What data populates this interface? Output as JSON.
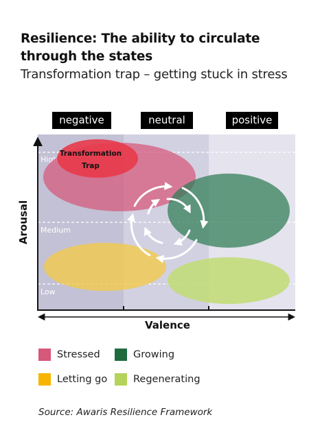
{
  "title": "Resilience: The ability to circulate through the states",
  "subtitle": "Transformation trap – getting stuck in stress",
  "columns": [
    "negative",
    "neutral",
    "positive"
  ],
  "axes": {
    "y_label": "Arousal",
    "x_label": "Valence",
    "levels": [
      "High",
      "Medium",
      "Low"
    ]
  },
  "trap_label_line1": "Transformation",
  "trap_label_line2": "Trap",
  "colors": {
    "stressed": "#d6587a",
    "trap": "#e83a4a",
    "growing": "#2e7d55",
    "letting_go": "#f2c94c",
    "regenerating": "#c2dc78"
  },
  "legend": [
    {
      "label": "Stressed",
      "color": "#d6587a"
    },
    {
      "label": "Growing",
      "color": "#1f6b3e"
    },
    {
      "label": "Letting go",
      "color": "#f7b500"
    },
    {
      "label": "Regenerating",
      "color": "#b5d35a"
    }
  ],
  "source": "Source: Awaris Resilience Framework"
}
